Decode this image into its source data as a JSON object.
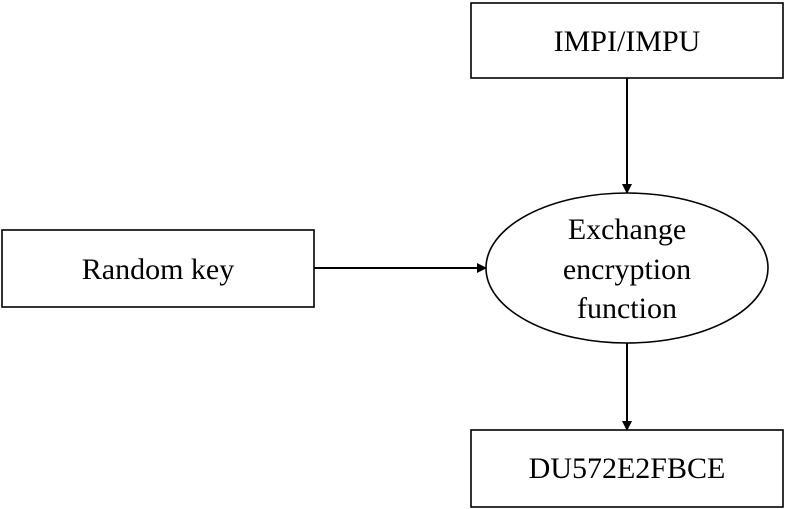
{
  "nodes": {
    "impi_impu": "IMPI/IMPU",
    "random_key": "Random key",
    "function": {
      "line1": "Exchange",
      "line2": "encryption",
      "line3": "function"
    },
    "output": "DU572E2FBCE"
  },
  "edges": [
    {
      "from": "IMPI/IMPU",
      "to": "Exchange encryption function"
    },
    {
      "from": "Random key",
      "to": "Exchange encryption function"
    },
    {
      "from": "Exchange encryption function",
      "to": "DU572E2FBCE"
    }
  ],
  "colors": {
    "stroke": "#000000",
    "background": "#ffffff"
  }
}
